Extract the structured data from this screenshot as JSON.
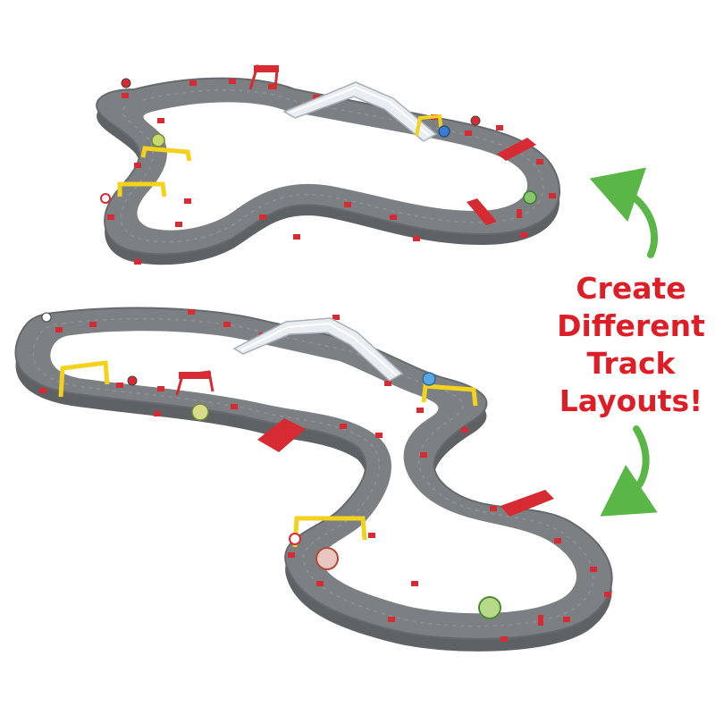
{
  "caption": {
    "lines": [
      "Create",
      "Different",
      "Track",
      "Layouts!"
    ]
  },
  "colors": {
    "track": "#7d8083",
    "track_edge": "#5f6265",
    "connector": "#d62b33",
    "gate": "#f2d21c",
    "bridge": "#e9edf2",
    "arrow": "#5bb648",
    "caption": "#dd1e27"
  },
  "icons": [
    "top-track-layout",
    "bottom-track-layout",
    "curved-arrow-up-icon",
    "curved-arrow-down-icon"
  ]
}
